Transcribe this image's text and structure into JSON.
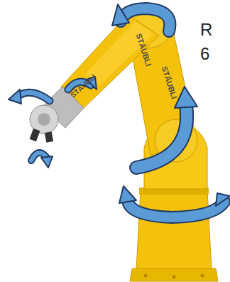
{
  "diagram": {
    "labels": [
      "R",
      "6",
      "STÄUBLI",
      "STÄUBLI",
      "STÄUBLI"
    ]
  }
}
